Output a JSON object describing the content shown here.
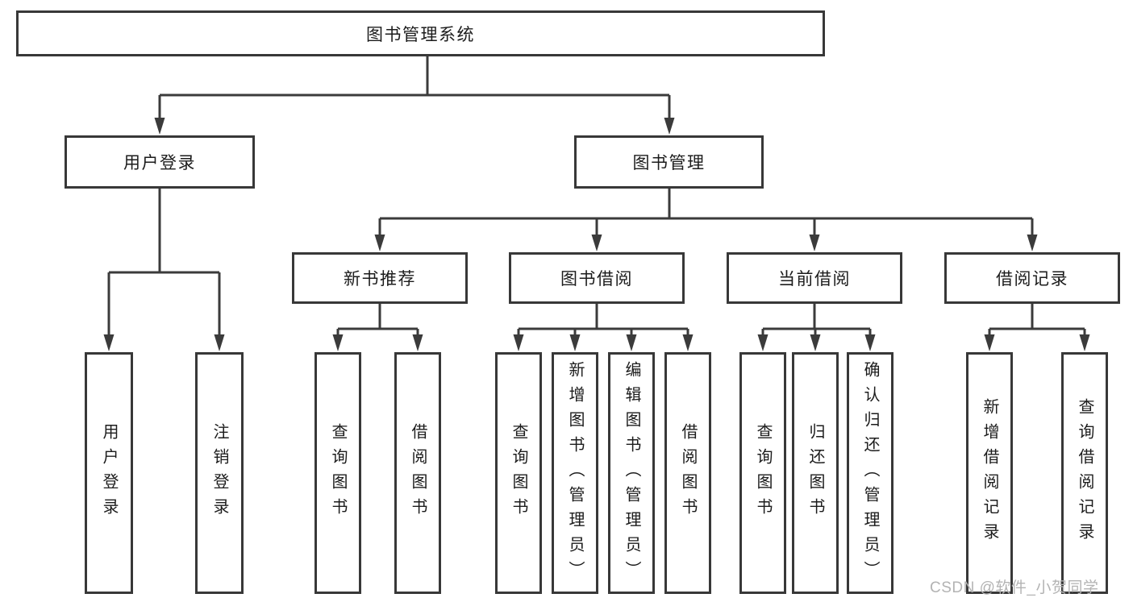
{
  "diagram": {
    "title": "图书管理系统",
    "branches": [
      {
        "label": "用户登录",
        "children": [
          {
            "label": "用户登录"
          },
          {
            "label": "注销登录"
          }
        ]
      },
      {
        "label": "图书管理",
        "children": [
          {
            "label": "新书推荐",
            "children": [
              {
                "label": "查询图书"
              },
              {
                "label": "借阅图书"
              }
            ]
          },
          {
            "label": "图书借阅",
            "children": [
              {
                "label": "查询图书"
              },
              {
                "label": "新增图书（管理员）"
              },
              {
                "label": "编辑图书（管理员）"
              },
              {
                "label": "借阅图书"
              }
            ]
          },
          {
            "label": "当前借阅",
            "children": [
              {
                "label": "查询图书"
              },
              {
                "label": "归还图书"
              },
              {
                "label": "确认归还（管理员）"
              }
            ]
          },
          {
            "label": "借阅记录",
            "children": [
              {
                "label": "新增借阅记录"
              },
              {
                "label": "查询借阅记录"
              }
            ]
          }
        ]
      }
    ],
    "watermark": "CSDN @软件_小贺同学"
  },
  "colors": {
    "line": "#3b3b3b",
    "box_border": "#383838",
    "text": "#1c1c1c",
    "watermark": "#b3b3b3",
    "background": "#ffffff"
  }
}
